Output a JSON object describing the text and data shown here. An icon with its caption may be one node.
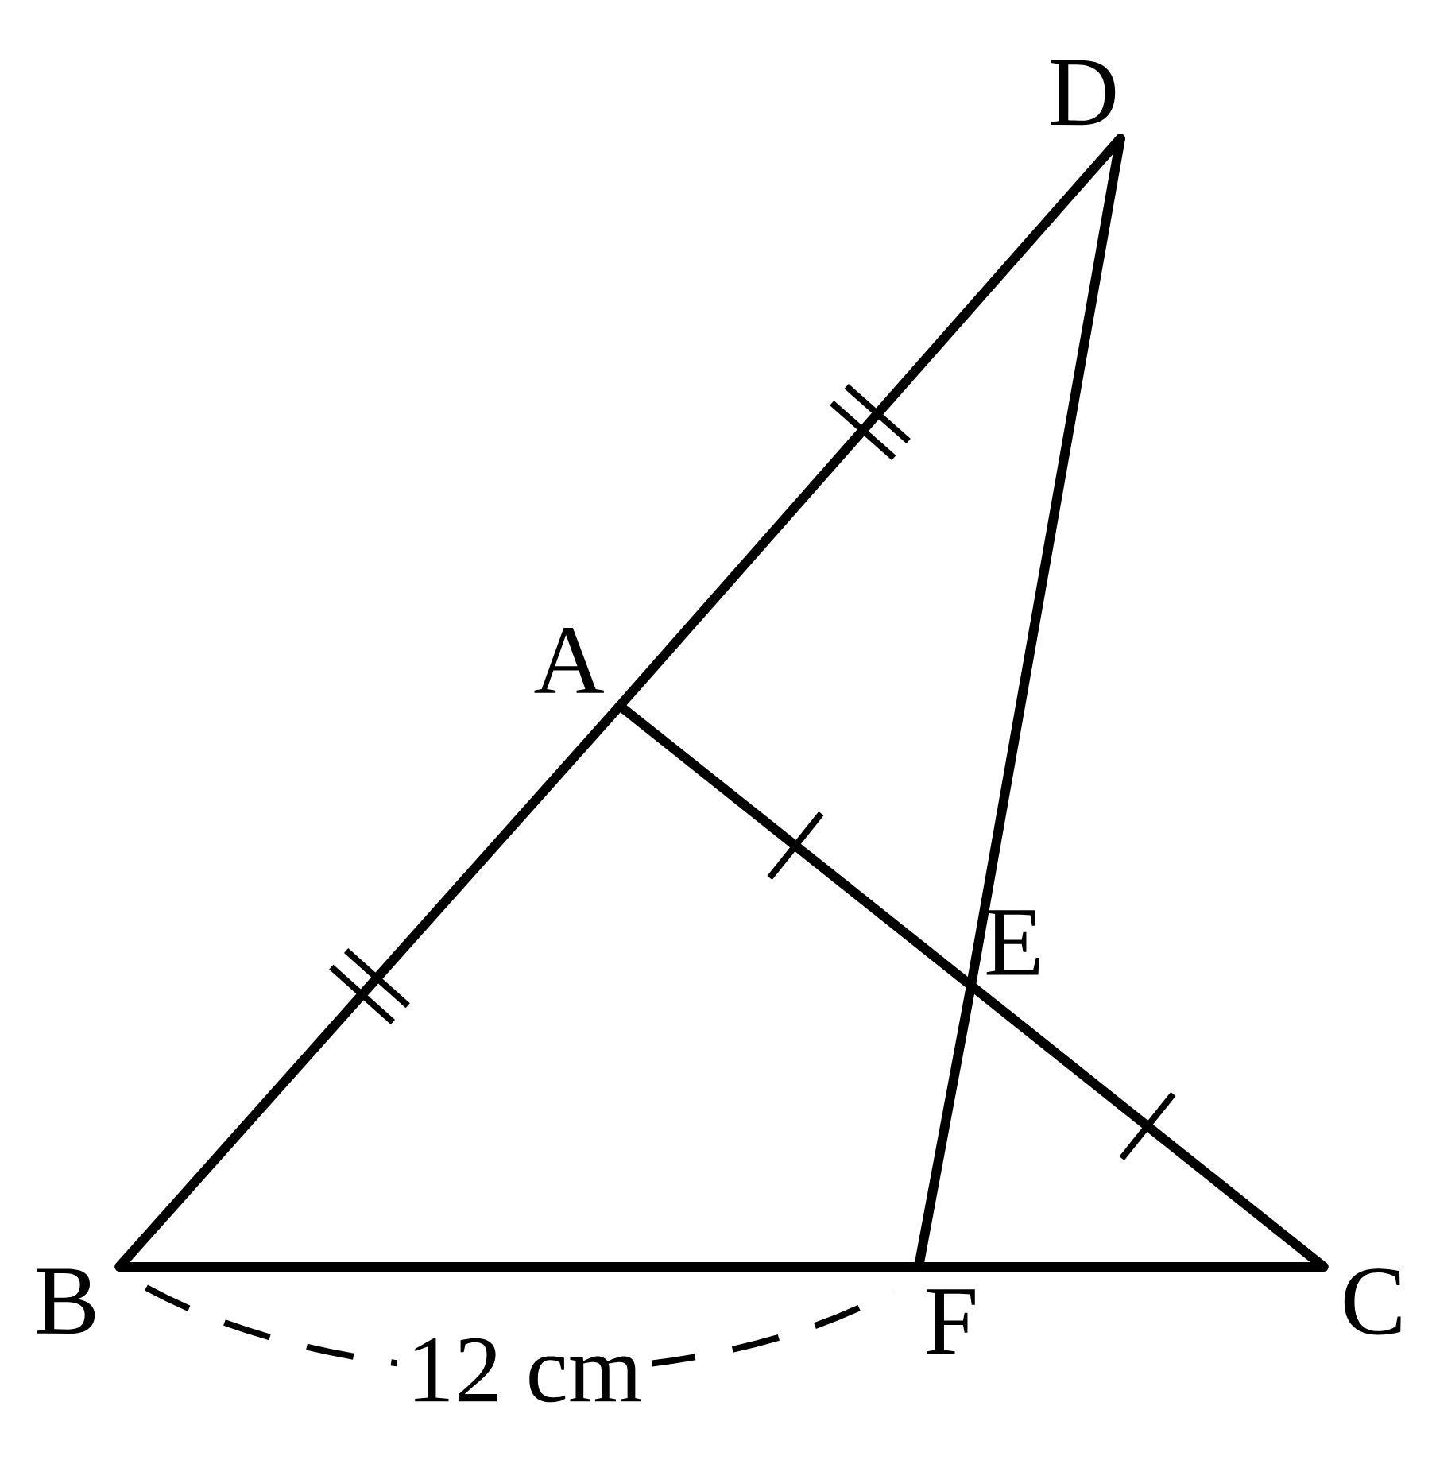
{
  "diagram": {
    "nodes": [
      {
        "text": [
          "D"
        ]
      },
      {
        "text": [
          "A"
        ]
      },
      {
        "text": [
          "E"
        ]
      },
      {
        "text": [
          "B"
        ]
      },
      {
        "text": [
          "C"
        ]
      },
      {
        "text": [
          "F"
        ]
      }
    ],
    "edges": [
      {
        "from": 3,
        "to": 1,
        "arrow": "none"
      },
      {
        "from": 1,
        "to": 0,
        "arrow": "none"
      },
      {
        "from": 1,
        "to": 2,
        "arrow": "none"
      },
      {
        "from": 2,
        "to": 4,
        "arrow": "none"
      },
      {
        "from": 0,
        "to": 2,
        "arrow": "none"
      },
      {
        "from": 2,
        "to": 5,
        "arrow": "none"
      },
      {
        "from": 3,
        "to": 5,
        "arrow": "none"
      },
      {
        "from": 5,
        "to": 4,
        "arrow": "none"
      }
    ],
    "labels": [
      "12 cm"
    ]
  }
}
